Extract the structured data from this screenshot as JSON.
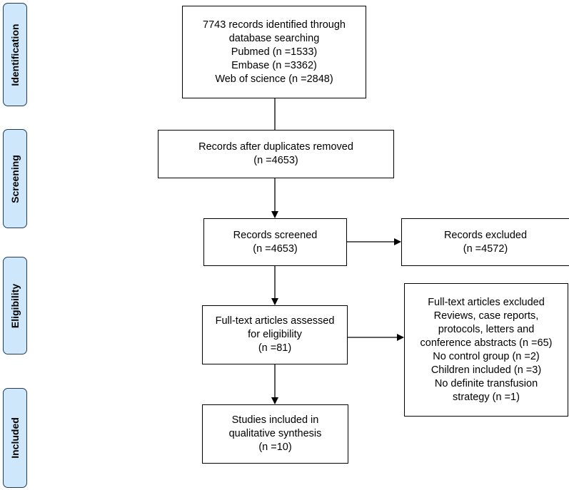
{
  "phases": {
    "identification": "Identification",
    "screening": "Screening",
    "eligibility": "Eligibility",
    "included": "Included"
  },
  "boxes": {
    "identified": [
      "7743 records identified through",
      "database searching",
      "Pubmed (n =1533)",
      "Embase (n =3362)",
      "Web of science (n =2848)"
    ],
    "dedup": [
      "Records after duplicates removed",
      "(n =4653)"
    ],
    "screened": [
      "Records screened",
      "(n =4653)"
    ],
    "excluded": [
      "Records excluded",
      "(n =4572)"
    ],
    "fulltext": [
      "Full-text articles assessed",
      "for eligibility",
      "(n =81)"
    ],
    "fulltext_excluded": [
      "Full-text articles excluded",
      "Reviews, case reports,",
      "protocols, letters and",
      "conference abstracts (n =65)",
      "No control group (n =2)",
      "Children included (n =3)",
      "No definite transfusion",
      "strategy (n =1)"
    ],
    "included": [
      "Studies included in",
      "qualitative synthesis",
      "(n =10)"
    ]
  }
}
